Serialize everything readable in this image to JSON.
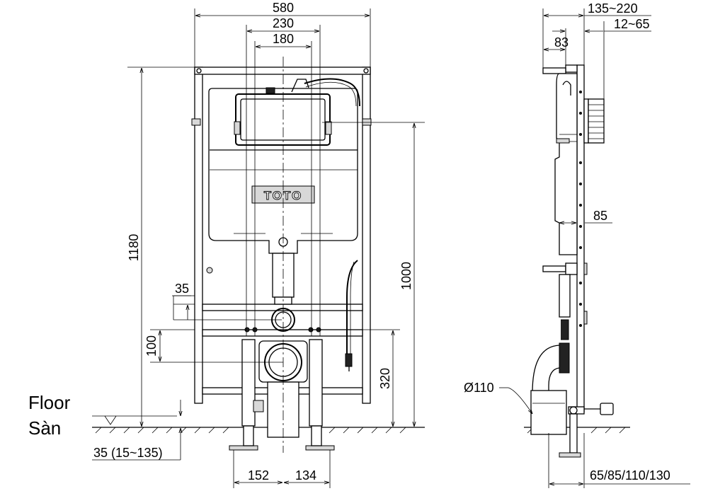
{
  "labels": {
    "floor_en": "Floor",
    "floor_vi": "Sàn",
    "logo": "TOTO"
  },
  "dimensions": {
    "width_total": "580",
    "width_230": "230",
    "width_180": "180",
    "height_total": "1180",
    "height_1000": "1000",
    "height_320": "320",
    "height_100": "100",
    "offset_35": "35",
    "floor_offset": "35 (15~135)",
    "bottom_152": "152",
    "bottom_134": "134",
    "depth_range": "135~220",
    "depth_12_65": "12~65",
    "depth_83": "83",
    "depth_85": "85",
    "pipe_diameter": "Ø110",
    "wall_options": "65/85/110/130"
  }
}
